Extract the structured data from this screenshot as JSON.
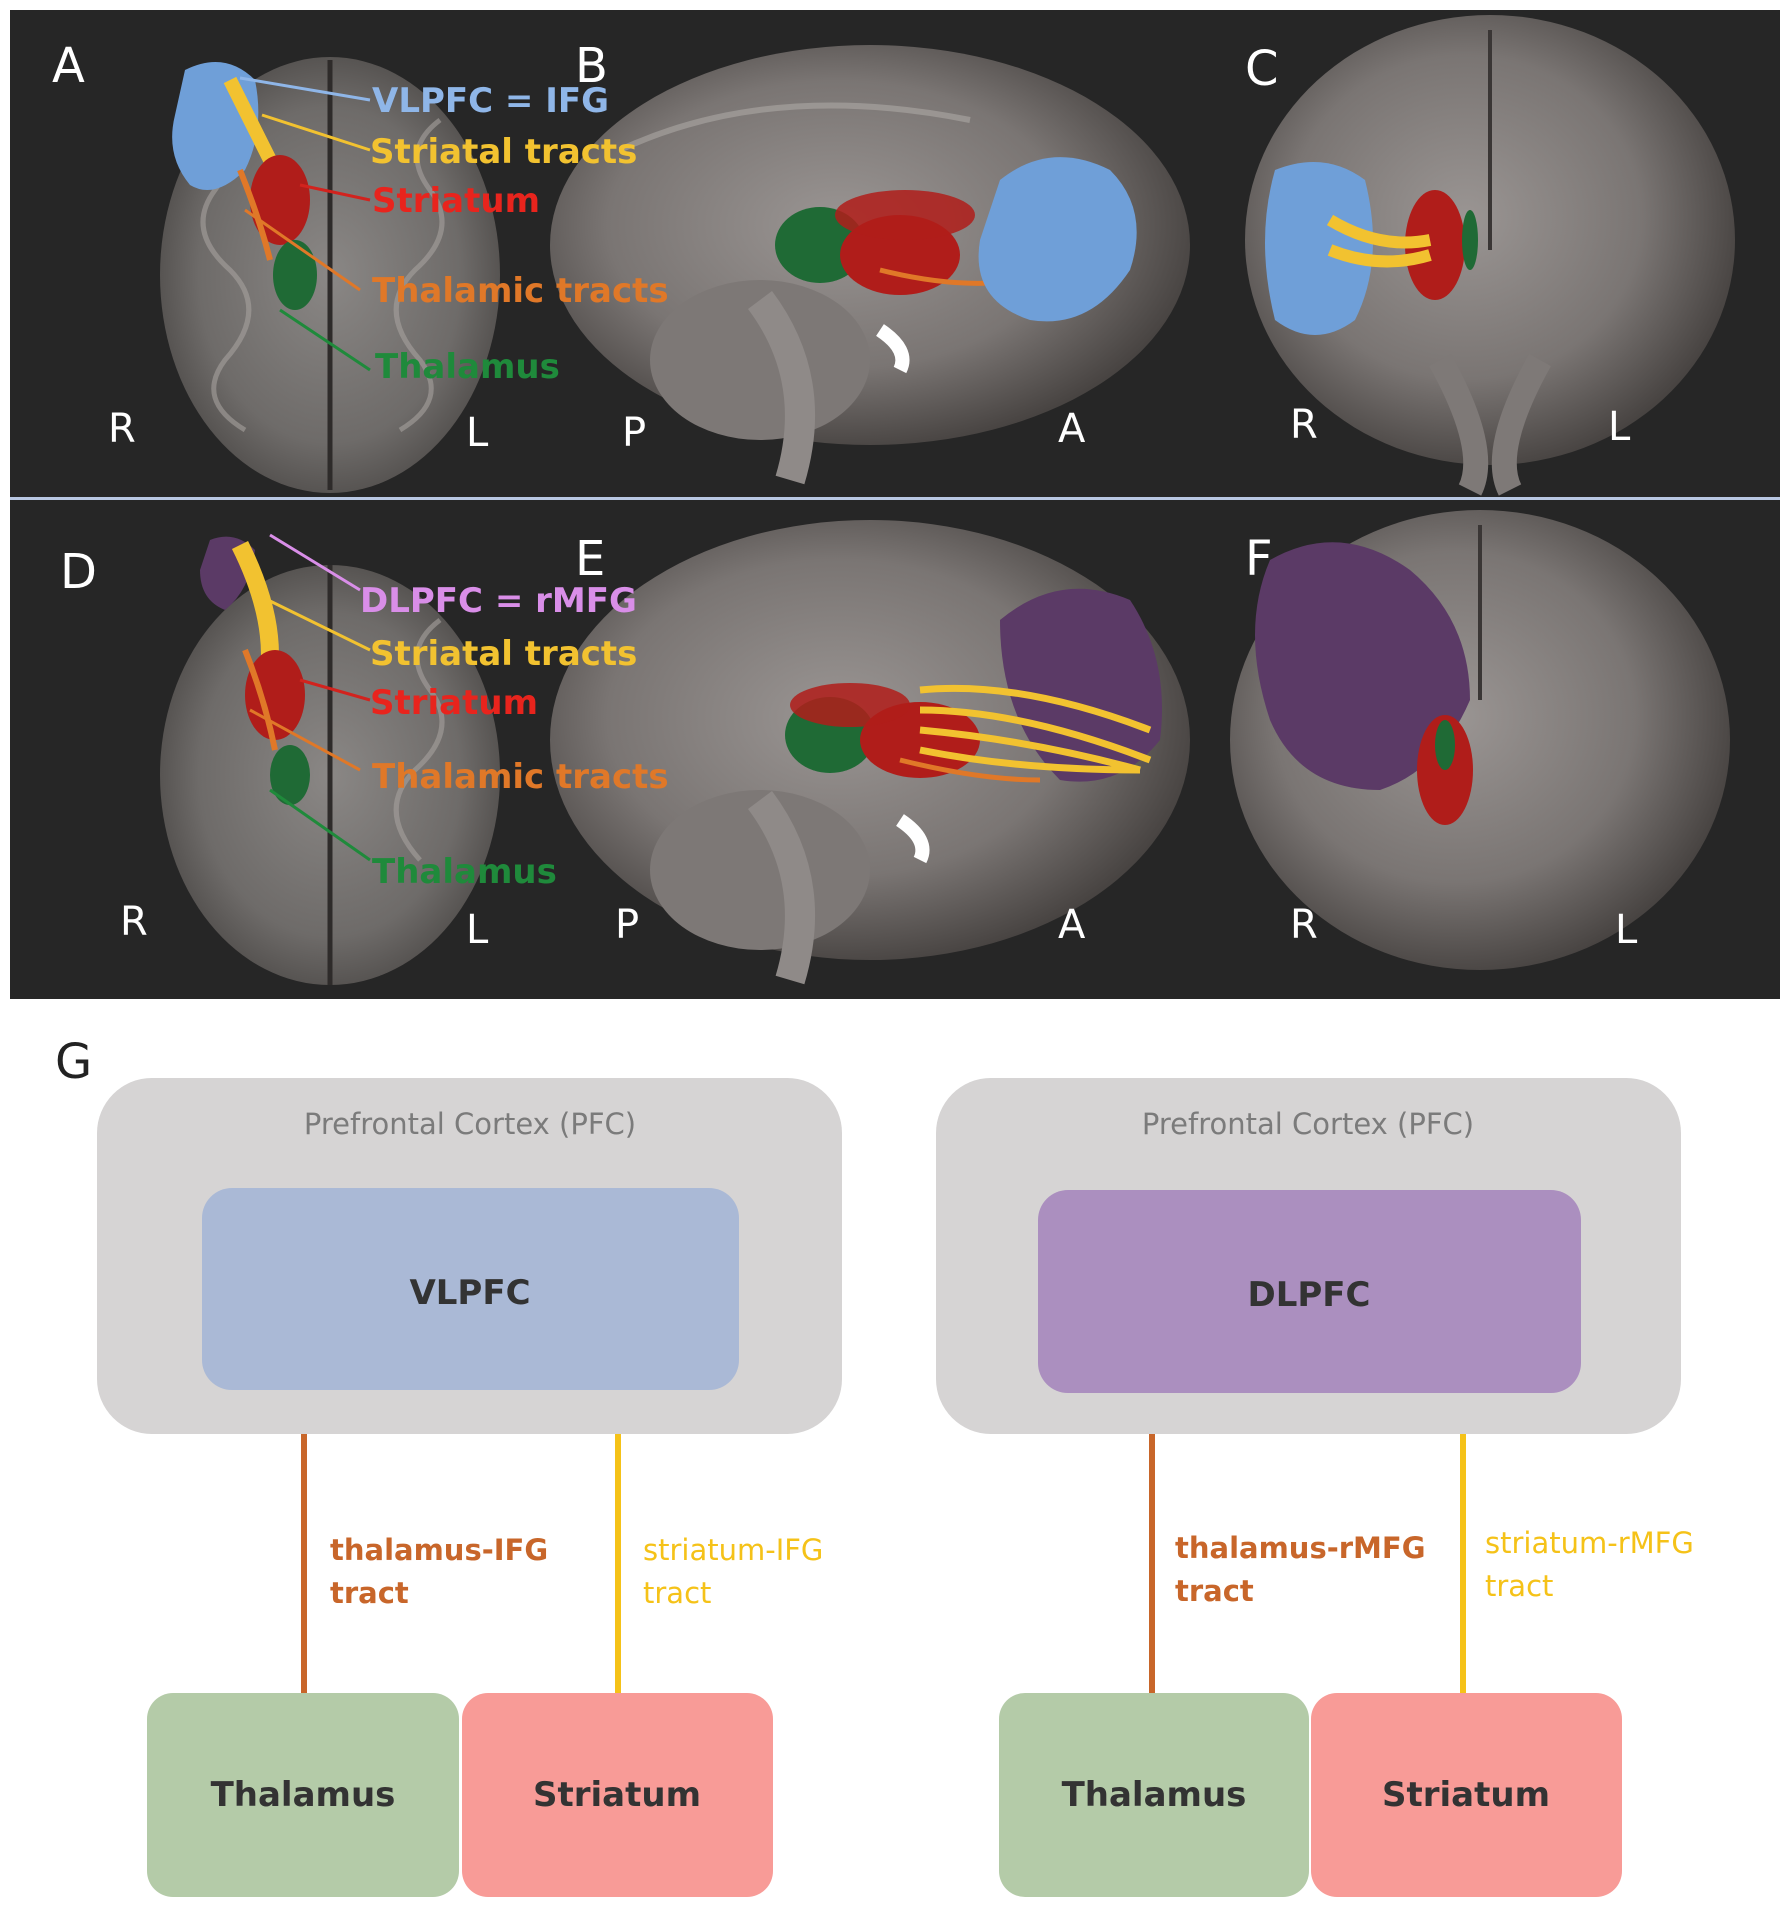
{
  "panels": {
    "A": "A",
    "B": "B",
    "C": "C",
    "D": "D",
    "E": "E",
    "F": "F",
    "G": "G"
  },
  "top_row": {
    "a_labels": {
      "region": "VLPFC = IFG",
      "striatal_tracts": "Striatal tracts",
      "striatum": "Striatum",
      "thalamic_tracts": "Thalamic tracts",
      "thalamus": "Thalamus"
    },
    "a_orient": {
      "left": "R",
      "right": "L"
    },
    "b_orient": {
      "left": "P",
      "right": "A"
    },
    "c_orient": {
      "left": "R",
      "right": "L"
    }
  },
  "bottom_row": {
    "d_labels": {
      "region": "DLPFC = rMFG",
      "striatal_tracts": "Striatal tracts",
      "striatum": "Striatum",
      "thalamic_tracts": "Thalamic tracts",
      "thalamus": "Thalamus"
    },
    "d_orient": {
      "left": "R",
      "right": "L"
    },
    "e_orient": {
      "left": "P",
      "right": "A"
    },
    "f_orient": {
      "left": "R",
      "right": "L"
    }
  },
  "schematic": {
    "left": {
      "pfc": "Prefrontal Cortex (PFC)",
      "region": "VLPFC",
      "thalamic_tract": [
        "thalamus-IFG",
        "tract"
      ],
      "striatal_tract": [
        "striatum-IFG",
        "tract"
      ],
      "thalamus": "Thalamus",
      "striatum": "Striatum"
    },
    "right": {
      "pfc": "Prefrontal Cortex (PFC)",
      "region": "DLPFC",
      "thalamic_tract": [
        "thalamus-rMFG",
        "tract"
      ],
      "striatal_tract": [
        "striatum-rMFG",
        "tract"
      ],
      "thalamus": "Thalamus",
      "striatum": "Striatum"
    }
  },
  "colors": {
    "vlpfc": "#6f9fd8",
    "dlpfc": "#5b3a66",
    "striatal": "#f2c230",
    "striatum": "#d2231e",
    "thalamic": "#e07828",
    "thalamus": "#1f8a3b",
    "vlpfc_box": "#aab9d6",
    "dlpfc_box": "#ab8fbf",
    "thalamus_box": "#b4cba8",
    "striatum_box": "#f89b97",
    "pfc_box": "#d6d4d4",
    "thalamic_line": "#c8662a",
    "striatal_line": "#f5c218"
  }
}
